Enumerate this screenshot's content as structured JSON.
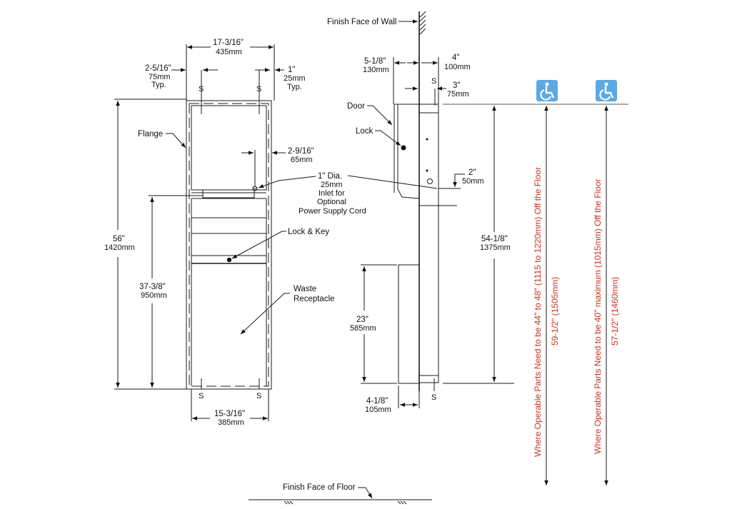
{
  "drawing": {
    "type": "technical-dimension-drawing",
    "front_view": {
      "overall_width": {
        "in": "17-3/16\"",
        "mm": "435mm"
      },
      "left_offset": {
        "in": "2-5/16\"",
        "mm": "75mm",
        "note": "Typ."
      },
      "right_offset": {
        "in": "1\"",
        "mm": "25mm",
        "note": "Typ."
      },
      "stud_marker": "S",
      "flange_label": "Flange",
      "inlet_offset": {
        "in": "2-9/16\"",
        "mm": "65mm"
      },
      "inlet_label": {
        "line1": "1\" Dia.",
        "line2": "25mm",
        "line3": "Inlet for",
        "line4": "Optional",
        "line5": "Power Supply Cord"
      },
      "overall_height": {
        "in": "56\"",
        "mm": "1420mm"
      },
      "dispenser_height": {
        "in": "37-3/8\"",
        "mm": "950mm"
      },
      "lock_key_label": "Lock & Key",
      "waste_label": {
        "line1": "Waste",
        "line2": "Receptacle"
      },
      "bottom_width": {
        "in": "15-3/16\"",
        "mm": "385mm"
      }
    },
    "side_view": {
      "wall_label": "Finish Face of Wall",
      "projection": {
        "in": "5-1/8\"",
        "mm": "130mm"
      },
      "recess_depth": {
        "in": "4\"",
        "mm": "100mm"
      },
      "stud_offset": {
        "in": "3\"",
        "mm": "75mm"
      },
      "stud_marker": "S",
      "door_label": "Door",
      "lock_label": "Lock",
      "inlet_drop": {
        "in": "2\"",
        "mm": "50mm"
      },
      "top_height": {
        "in": "54-1/8\"",
        "mm": "1375mm"
      },
      "receptacle_height": {
        "in": "23\"",
        "mm": "585mm"
      },
      "receptacle_projection": {
        "in": "4-1/8\"",
        "mm": "105mm"
      },
      "floor_label": "Finish Face of Floor"
    },
    "accessibility": {
      "icon": "wheelchair-icon",
      "icon_color": "#5aa9e6",
      "text_color": "#c8321e",
      "notes": [
        {
          "requirement": "Where Operable Parts Need to be 44\" to 48\" (1115 to 1220mm) Off the Floor",
          "height": "59-1/2\" (1505mm)"
        },
        {
          "requirement": "Where Operable Parts Need to be 40\" maximum (1015mm) Off the Floor",
          "height": "57-1/2\" (1460mm)"
        }
      ]
    }
  }
}
